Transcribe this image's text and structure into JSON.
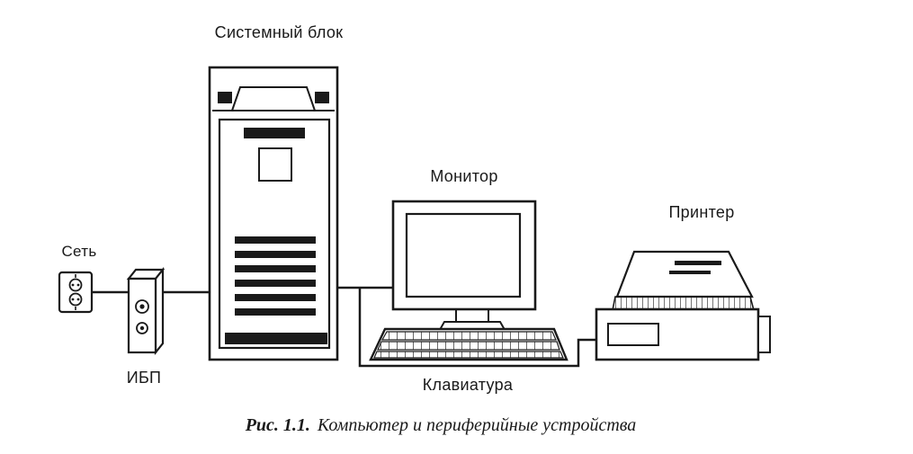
{
  "page": {
    "background": "#ffffff",
    "ink": "#1a1a1a"
  },
  "labels": {
    "system_unit": "Системный блок",
    "outlet": "Сеть",
    "ups": "ИБП",
    "monitor": "Монитор",
    "keyboard": "Клавиатура",
    "printer": "Принтер"
  },
  "caption": {
    "prefix": "Рис. 1.1.",
    "text": "Компьютер и периферийные устройства"
  },
  "diagram": {
    "type": "schematic-line-drawing",
    "nodes": [
      "Сеть",
      "ИБП",
      "Системный блок",
      "Монитор",
      "Клавиатура",
      "Принтер"
    ],
    "connections": [
      {
        "from": "Сеть",
        "to": "ИБП"
      },
      {
        "from": "ИБП",
        "to": "Системный блок"
      },
      {
        "from": "Системный блок",
        "to": "Монитор"
      },
      {
        "from": "Системный блок",
        "to": "Клавиатура"
      },
      {
        "from": "Клавиатура",
        "to": "Принтер"
      }
    ]
  }
}
